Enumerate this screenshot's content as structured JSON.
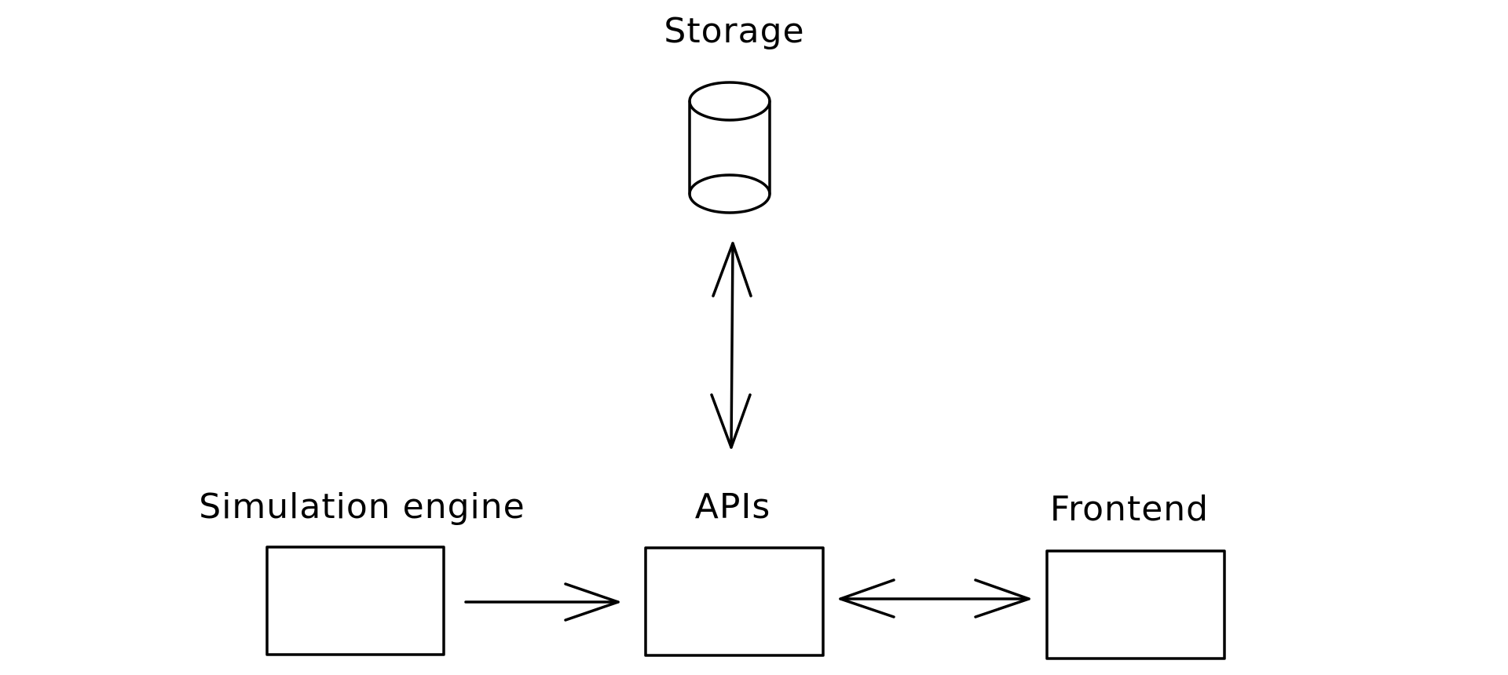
{
  "nodes": {
    "storage": {
      "label": "Storage",
      "shape": "cylinder"
    },
    "simulation_engine": {
      "label": "Simulation engine",
      "shape": "rectangle"
    },
    "apis": {
      "label": "APIs",
      "shape": "rectangle"
    },
    "frontend": {
      "label": "Frontend",
      "shape": "rectangle"
    }
  },
  "edges": [
    {
      "from": "storage",
      "to": "apis",
      "direction": "bidirectional"
    },
    {
      "from": "simulation_engine",
      "to": "apis",
      "direction": "forward"
    },
    {
      "from": "apis",
      "to": "frontend",
      "direction": "bidirectional"
    }
  ],
  "colors": {
    "background": "#ffffff",
    "stroke": "#000000"
  }
}
